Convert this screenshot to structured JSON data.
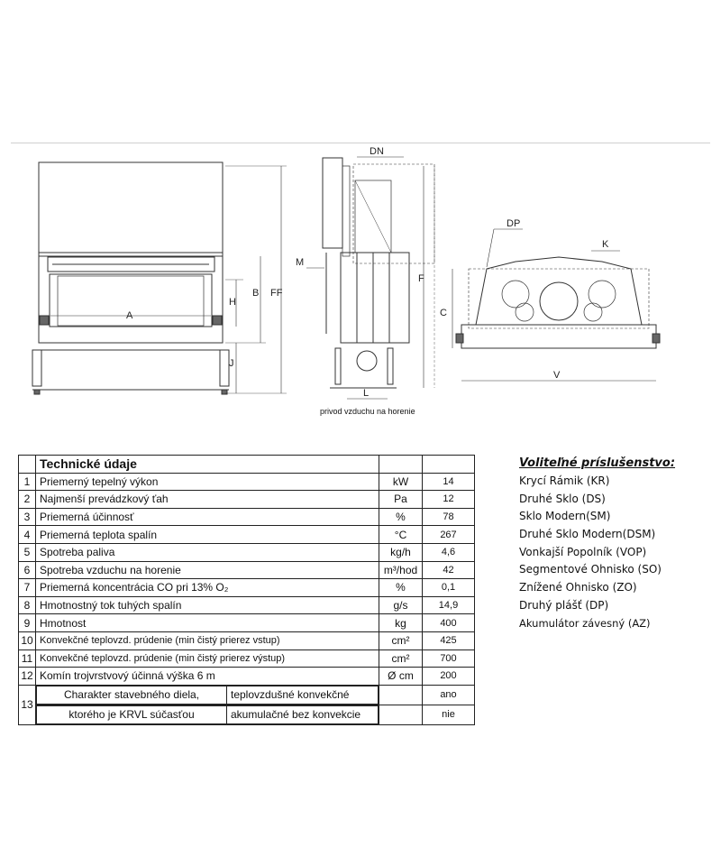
{
  "drawing": {
    "labels": {
      "dn": "DN",
      "dp": "DP",
      "k": "K",
      "m": "M",
      "l": "L",
      "a": "A",
      "b": "B",
      "h": "H",
      "ff": "FF",
      "j": "J",
      "f": "F",
      "c": "C",
      "v": "V"
    },
    "caption": "privod vzduchu na horenie"
  },
  "specs": {
    "title": "Technické údaje",
    "rows": [
      {
        "num": "1",
        "param": "Priemerný tepelný výkon",
        "unit": "kW",
        "value": "14"
      },
      {
        "num": "2",
        "param": "Najmenší prevádzkový ťah",
        "unit": "Pa",
        "value": "12"
      },
      {
        "num": "3",
        "param": "Priemerná účinnosť",
        "unit": "%",
        "value": "78"
      },
      {
        "num": "4",
        "param": "Priemerná teplota spalín",
        "unit": "°C",
        "value": "267"
      },
      {
        "num": "5",
        "param": "Spotreba paliva",
        "unit": "kg/h",
        "value": "4,6"
      },
      {
        "num": "6",
        "param": "Spotreba vzduchu na horenie",
        "unit": "m³/hod",
        "value": "42"
      },
      {
        "num": "7",
        "param": "Priemerná koncentrácia CO pri 13% O₂",
        "unit": "%",
        "value": "0,1"
      },
      {
        "num": "8",
        "param": "Hmotnostný tok tuhých spalín",
        "unit": "g/s",
        "value": "14,9"
      },
      {
        "num": "9",
        "param": "Hmotnost",
        "unit": "kg",
        "value": "400"
      },
      {
        "num": "10",
        "param": "Konvekčné teplovzd. prúdenie (min čistý prierez vstup)",
        "unit": "cm²",
        "value": "425",
        "small": true
      },
      {
        "num": "11",
        "param": "Konvekčné teplovzd. prúdenie (min čistý prierez výstup)",
        "unit": "cm²",
        "value": "700",
        "small": true
      },
      {
        "num": "12",
        "param": "Komín trojvrstvový účinná výška 6 m",
        "unit": "Ø cm",
        "value": "200"
      }
    ],
    "row13": {
      "num": "13",
      "left_line1": "Charakter stavebného diela,",
      "left_line2": "ktorého je KRVL súčasťou",
      "opt1": "teplovzdušné konvekčné",
      "val1": "ano",
      "opt2": "akumulačné bez konvekcie",
      "val2": "nie"
    }
  },
  "accessories": {
    "title": "Voliteľné príslušenstvo:",
    "items": [
      "Krycí Rámik (KR)",
      "Druhé Sklo (DS)",
      "Sklo Modern(SM)",
      "Druhé Sklo Modern(DSM)",
      "Vonkajší Popolník (VOP)",
      "Segmentové Ohnisko (SO)",
      "Znížené Ohnisko (ZO)",
      "Druhý plášť  (DP)",
      "Akumulátor závesný (AZ)"
    ]
  }
}
